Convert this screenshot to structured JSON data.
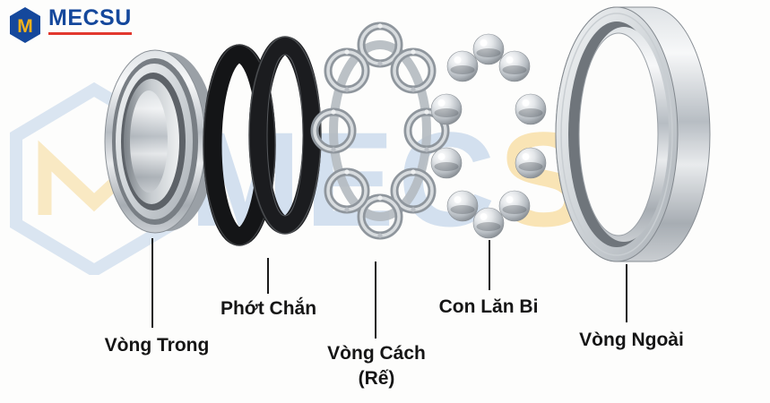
{
  "logo": {
    "brand": "MECSU",
    "blue": "#15489c",
    "yellow": "#f6b21a",
    "underline_red": "#e2382e"
  },
  "watermark": {
    "mec": "MEC",
    "su": "SU"
  },
  "parts": {
    "inner_ring": {
      "label": "Vòng Trong"
    },
    "seal": {
      "label": "Phớt Chắn"
    },
    "cage": {
      "label": "Vòng Cách",
      "sublabel": "(Rế)"
    },
    "balls": {
      "label": "Con Lăn Bi"
    },
    "outer_ring": {
      "label": "Vòng Ngoài"
    }
  },
  "colors": {
    "steel_light": "#f7f8f9",
    "steel_mid": "#b7bdc3",
    "steel_dark": "#7b8187",
    "seal_black": "#141517",
    "label_text": "#151515",
    "leader_line": "#1a1a1a",
    "background": "#fdfdfc"
  }
}
